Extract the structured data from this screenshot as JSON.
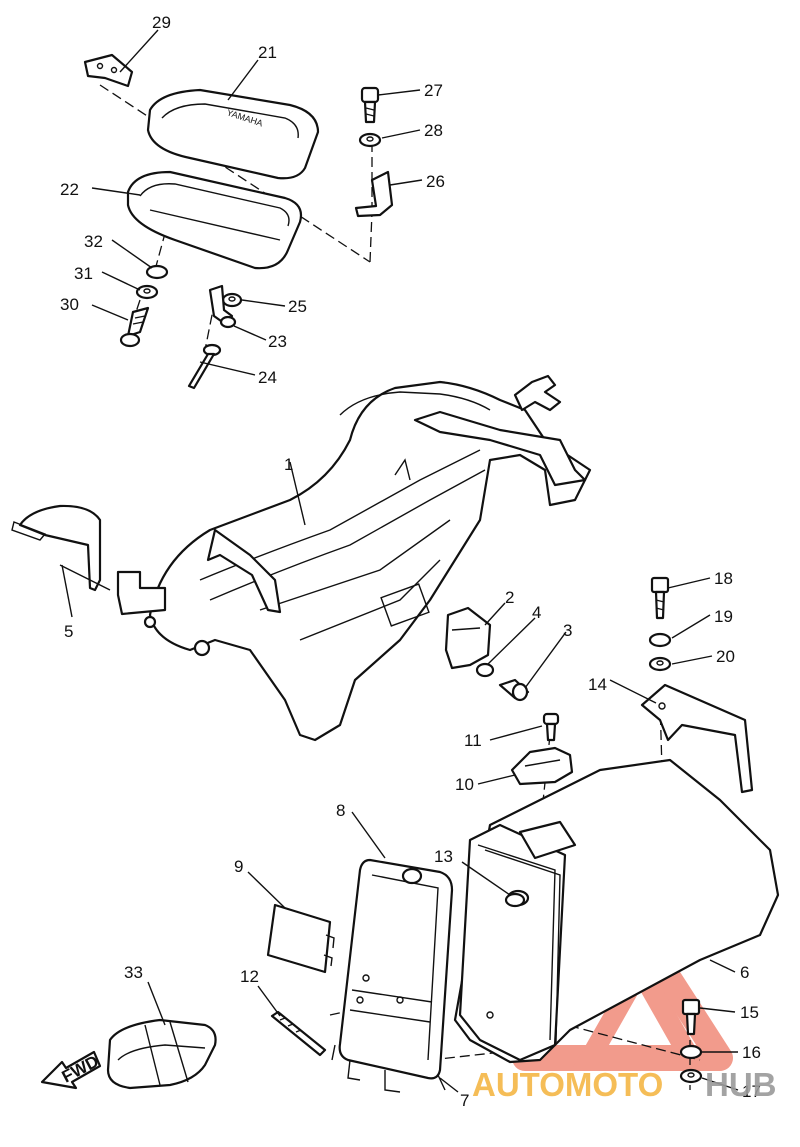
{
  "callouts": [
    {
      "id": "1",
      "text": "1"
    },
    {
      "id": "2",
      "text": "2"
    },
    {
      "id": "3",
      "text": "3"
    },
    {
      "id": "4",
      "text": "4"
    },
    {
      "id": "5",
      "text": "5"
    },
    {
      "id": "6",
      "text": "6"
    },
    {
      "id": "7",
      "text": "7"
    },
    {
      "id": "8",
      "text": "8"
    },
    {
      "id": "9",
      "text": "9"
    },
    {
      "id": "10",
      "text": "10"
    },
    {
      "id": "11",
      "text": "11"
    },
    {
      "id": "12",
      "text": "12"
    },
    {
      "id": "13",
      "text": "13"
    },
    {
      "id": "14",
      "text": "14"
    },
    {
      "id": "15",
      "text": "15"
    },
    {
      "id": "16",
      "text": "16"
    },
    {
      "id": "17",
      "text": "17"
    },
    {
      "id": "18",
      "text": "18"
    },
    {
      "id": "19",
      "text": "19"
    },
    {
      "id": "20",
      "text": "20"
    },
    {
      "id": "21",
      "text": "21"
    },
    {
      "id": "22",
      "text": "22"
    },
    {
      "id": "23",
      "text": "23"
    },
    {
      "id": "24",
      "text": "24"
    },
    {
      "id": "25",
      "text": "25"
    },
    {
      "id": "26",
      "text": "26"
    },
    {
      "id": "27",
      "text": "27"
    },
    {
      "id": "28",
      "text": "28"
    },
    {
      "id": "29",
      "text": "29"
    },
    {
      "id": "30",
      "text": "30"
    },
    {
      "id": "31",
      "text": "31"
    },
    {
      "id": "32",
      "text": "32"
    },
    {
      "id": "33",
      "text": "33"
    }
  ],
  "fwd_arrow": {
    "text": "FWD"
  },
  "watermark": {
    "word1": "AUTOMOTO",
    "word2": "HUB",
    "color_primary": "#f08a78",
    "color_secondary": "#f4b23a",
    "color_hub": "#9a9a9a"
  }
}
